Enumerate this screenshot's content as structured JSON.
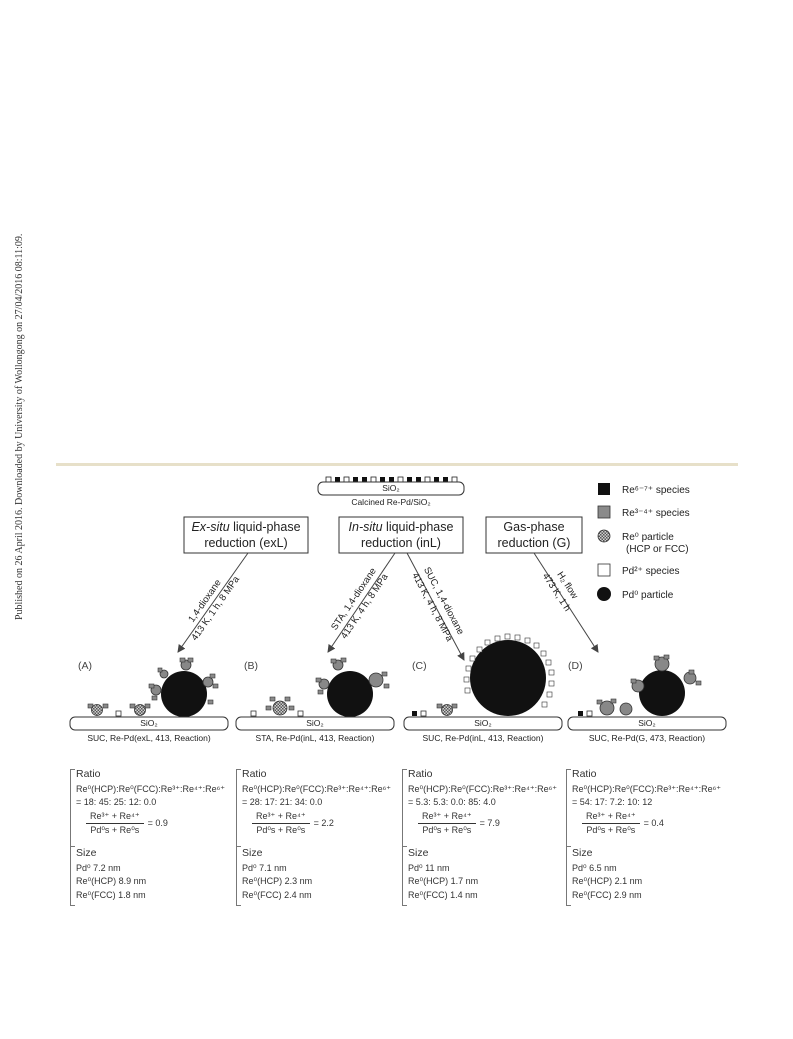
{
  "side_note": "Published on 26 April 2016. Downloaded by University of Wollongong on 27/04/2016 08:11:09.",
  "top": {
    "support": "SiO₂",
    "caption": "Calcined Re-Pd/SiO₂"
  },
  "legend": [
    {
      "icon": "black-square",
      "text": "Re⁶⁻⁷⁺ species"
    },
    {
      "icon": "gray-square",
      "text": "Re³⁻⁴⁺ species"
    },
    {
      "icon": "checkered-circle",
      "text": "Re⁰ particle",
      "text2": "(HCP or FCC)"
    },
    {
      "icon": "white-square",
      "text": "Pd²⁺ species"
    },
    {
      "icon": "black-circle",
      "text": "Pd⁰ particle"
    }
  ],
  "reduction_boxes": {
    "exl": {
      "line1_italic": "Ex-situ",
      "line1_rest": " liquid-phase",
      "line2": "reduction (exL)"
    },
    "inl": {
      "line1_italic": "In-situ",
      "line1_rest": " liquid-phase",
      "line2": "reduction (inL)"
    },
    "g": {
      "line1": "Gas-phase",
      "line2": "reduction (G)"
    }
  },
  "arrow_labels": {
    "A": [
      "1,4-dioxane",
      "413 K, 1 h, 8 MPa"
    ],
    "B": [
      "STA, 1,4-dioxane",
      "413 K, 4 h, 8 MPa"
    ],
    "C": [
      "SUC, 1,4-dioxane",
      "413 K, 4 h, 8 MPa"
    ],
    "D": [
      "H₂ flow",
      "473 K, 1 h"
    ]
  },
  "panels": [
    {
      "id": "(A)",
      "support": "SiO₂",
      "caption": "SUC, Re-Pd(exL, 413, Reaction)",
      "ratio_title": "Ratio",
      "ratio_line1": "Re⁰(HCP):Re⁰(FCC):Re³⁺:Re⁴⁺:Re⁶⁺",
      "ratio_line2": "= 18: 45: 25: 12: 0.0",
      "frac_num": "Re³⁺ + Re⁴⁺",
      "frac_den": "Pd⁰s + Re⁰s",
      "frac_val": "=  0.9",
      "size_title": "Size",
      "sizes": [
        "Pd⁰ 7.2 nm",
        "Re⁰(HCP) 8.9 nm",
        "Re⁰(FCC) 1.8 nm"
      ]
    },
    {
      "id": "(B)",
      "support": "SiO₂",
      "caption": "STA, Re-Pd(inL, 413, Reaction)",
      "ratio_title": "Ratio",
      "ratio_line1": "Re⁰(HCP):Re⁰(FCC):Re³⁺:Re⁴⁺:Re⁶⁺",
      "ratio_line2": "= 28: 17: 21: 34: 0.0",
      "frac_num": "Re³⁺ + Re⁴⁺",
      "frac_den": "Pd⁰s + Re⁰s",
      "frac_val": "=  2.2",
      "size_title": "Size",
      "sizes": [
        "Pd⁰ 7.1 nm",
        "Re⁰(HCP) 2.3 nm",
        "Re⁰(FCC) 2.4 nm"
      ]
    },
    {
      "id": "(C)",
      "support": "SiO₂",
      "caption": "SUC, Re-Pd(inL, 413, Reaction)",
      "ratio_title": "Ratio",
      "ratio_line1": "Re⁰(HCP):Re⁰(FCC):Re³⁺:Re⁴⁺:Re⁶⁺",
      "ratio_line2": "= 5.3: 5.3: 0.0: 85: 4.0",
      "frac_num": "Re³⁺ + Re⁴⁺",
      "frac_den": "Pd⁰s + Re⁰s",
      "frac_val": "=  7.9",
      "size_title": "Size",
      "sizes": [
        "Pd⁰ 11 nm",
        "Re⁰(HCP) 1.7 nm",
        "Re⁰(FCC) 1.4 nm"
      ]
    },
    {
      "id": "(D)",
      "support": "SiO₂",
      "caption": "SUC, Re-Pd(G, 473, Reaction)",
      "ratio_title": "Ratio",
      "ratio_line1": "Re⁰(HCP):Re⁰(FCC):Re³⁺:Re⁴⁺:Re⁶⁺",
      "ratio_line2": "= 54: 17: 7.2: 10: 12",
      "frac_num": "Re³⁺ + Re⁴⁺",
      "frac_den": "Pd⁰s + Re⁰s",
      "frac_val": "=  0.4",
      "size_title": "Size",
      "sizes": [
        "Pd⁰ 6.5 nm",
        "Re⁰(HCP) 2.1 nm",
        "Re⁰(FCC) 2.9 nm"
      ]
    }
  ]
}
